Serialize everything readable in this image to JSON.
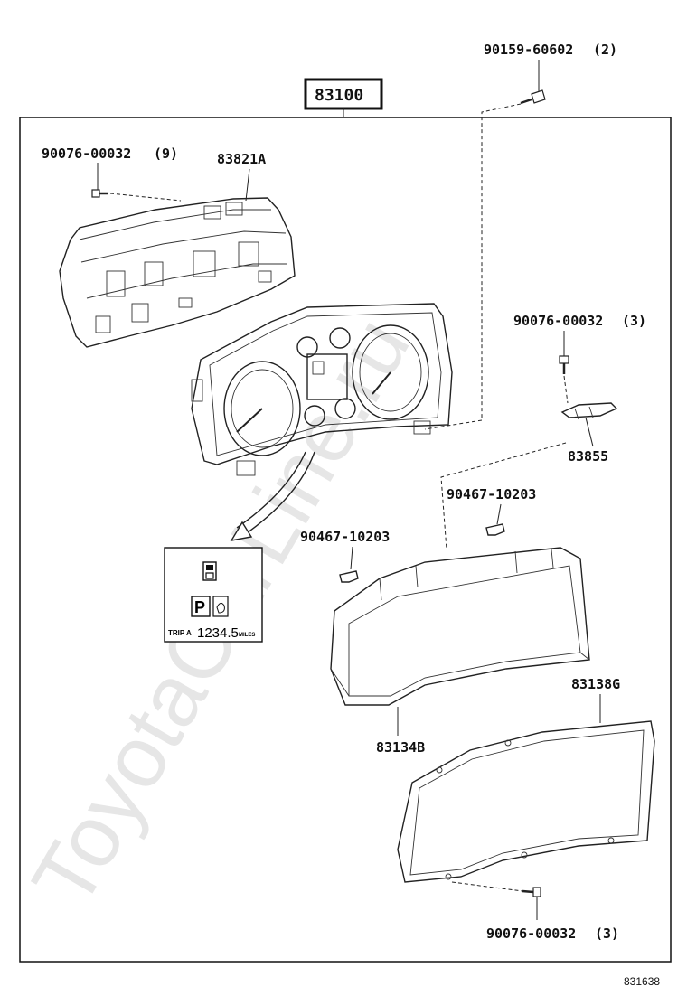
{
  "watermark": "ToyotaCarLine.ru",
  "assembly": {
    "part_number": "83100"
  },
  "parts": [
    {
      "id": "bolt-top",
      "part_number": "90159-60602",
      "qty": "(2)"
    },
    {
      "id": "screw-left",
      "part_number": "90076-00032",
      "qty": "(9)"
    },
    {
      "id": "case",
      "part_number": "83821A"
    },
    {
      "id": "screw-right",
      "part_number": "90076-00032",
      "qty": "(3)"
    },
    {
      "id": "bracket",
      "part_number": "83855"
    },
    {
      "id": "clip-right",
      "part_number": "90467-10203"
    },
    {
      "id": "clip-left",
      "part_number": "90467-10203"
    },
    {
      "id": "lens",
      "part_number": "83134B"
    },
    {
      "id": "glass",
      "part_number": "83138G"
    },
    {
      "id": "screw-bottom",
      "part_number": "90076-00032",
      "qty": "(3)"
    }
  ],
  "inset_display": {
    "gear": "P",
    "trip_label": "TRIP A",
    "odometer": "1234.5",
    "unit": "MILES"
  },
  "figure_ref": "831638"
}
